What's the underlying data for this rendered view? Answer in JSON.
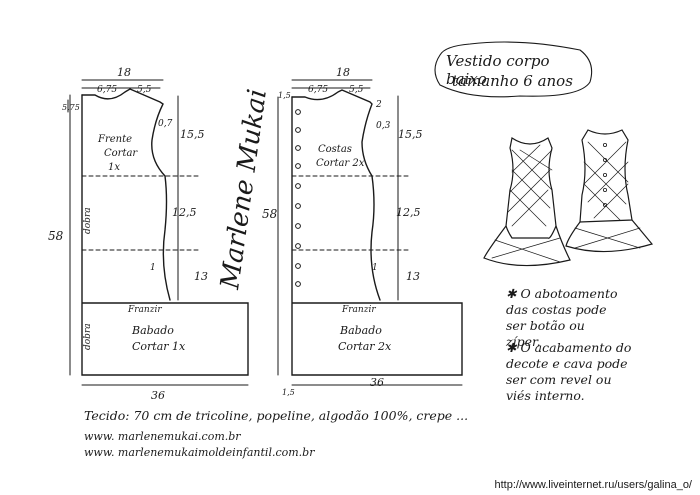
{
  "title": {
    "line1": "Vestido corpo baixo",
    "line2": "tamanho 6 anos"
  },
  "front": {
    "piece_label_1": "Frente",
    "piece_label_2": "Cortar",
    "piece_label_3": "1x",
    "width_top": "18",
    "neck_left": "6,75",
    "neck_right": "5,5",
    "side_top": "5,75",
    "arm": "0,7",
    "seg1": "15,5",
    "seg2": "12,5",
    "seg3": "13",
    "total_height": "58",
    "fold": "dobra",
    "ruffle_mark": "Franzir",
    "ruffle_label_1": "Babado",
    "ruffle_label_2": "Cortar 1x",
    "bottom_width": "36",
    "hem_mark": "1"
  },
  "back": {
    "piece_label_1": "Costas",
    "piece_label_2": "Cortar 2x",
    "width_top": "18",
    "neck_left": "6,75",
    "neck_right": "5,5",
    "side_top": "1,5",
    "shoulder": "2",
    "arm": "0,3",
    "seg1": "15,5",
    "seg2": "12,5",
    "seg3": "13",
    "total_height": "58",
    "ruffle_mark": "Franzir",
    "ruffle_label_1": "Babado",
    "ruffle_label_2": "Cortar 2x",
    "bottom_width": "36",
    "bottom_left": "1,5",
    "hem_mark": "1"
  },
  "notes": [
    "O abotoamento das costas pode ser botão ou zíper.",
    "O acabamento do decote e cava pode ser com revel ou viés interno."
  ],
  "footer": {
    "fabric": "Tecido: 70 cm de tricoline, popeline, algodão 100%, crepe ...",
    "url1": "www. marlenemukai.com.br",
    "url2": "www. marlenemukaimoldeinfantil.com.br"
  },
  "signature": "Marlene Mukai",
  "watermark": "http://www.liveinternet.ru/users/galina_o/"
}
